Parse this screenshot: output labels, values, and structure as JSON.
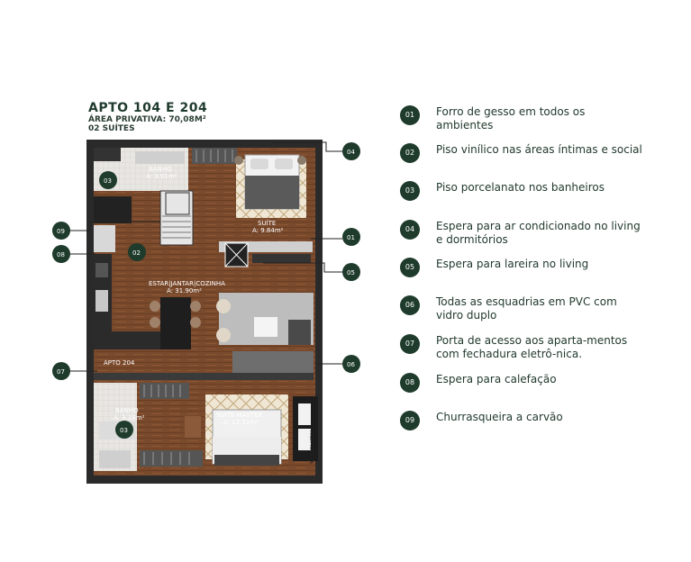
{
  "header": {
    "title": "APTO 104 E 204",
    "area": "ÁREA PRIVATIVA: 70,08M²",
    "suites": "02 SUÍTES"
  },
  "rooms": {
    "banho_top": "BANHO",
    "banho_top_area": "A: 3.91m²",
    "suite": "SUÍTE",
    "suite_area": "A: 9.84m²",
    "estar": "ESTAR|JANTAR|COZINHA",
    "estar_area": "A: 31.90m²",
    "apto204": "APTO 204",
    "banho_bottom": "BANHO",
    "banho_bottom_area": "A: 3.18m²",
    "suite_master": "SUÍTE MASTER",
    "suite_master_area": "A: 12.51m²",
    "area_tecnica": "ÁREA TÉCNICA"
  },
  "callouts": [
    "04",
    "01",
    "05",
    "06",
    "09",
    "08",
    "02",
    "03",
    "07",
    "03"
  ],
  "legend": [
    {
      "num": "01",
      "text": "Forro de gesso em todos os ambientes"
    },
    {
      "num": "02",
      "text": "Piso vinílico nas áreas íntimas e social"
    },
    {
      "num": "03",
      "text": "Piso porcelanato nos banheiros"
    },
    {
      "num": "04",
      "text": "Espera para ar condicionado no living e dormitórios"
    },
    {
      "num": "05",
      "text": "Espera para lareira no living"
    },
    {
      "num": "06",
      "text": "Todas as esquadrias em PVC com vidro duplo"
    },
    {
      "num": "07",
      "text": "Porta de acesso aos aparta-mentos com fechadura eletrô-nica."
    },
    {
      "num": "08",
      "text": "Espera para calefação"
    },
    {
      "num": "09",
      "text": "Churrasqueira a carvão"
    }
  ]
}
